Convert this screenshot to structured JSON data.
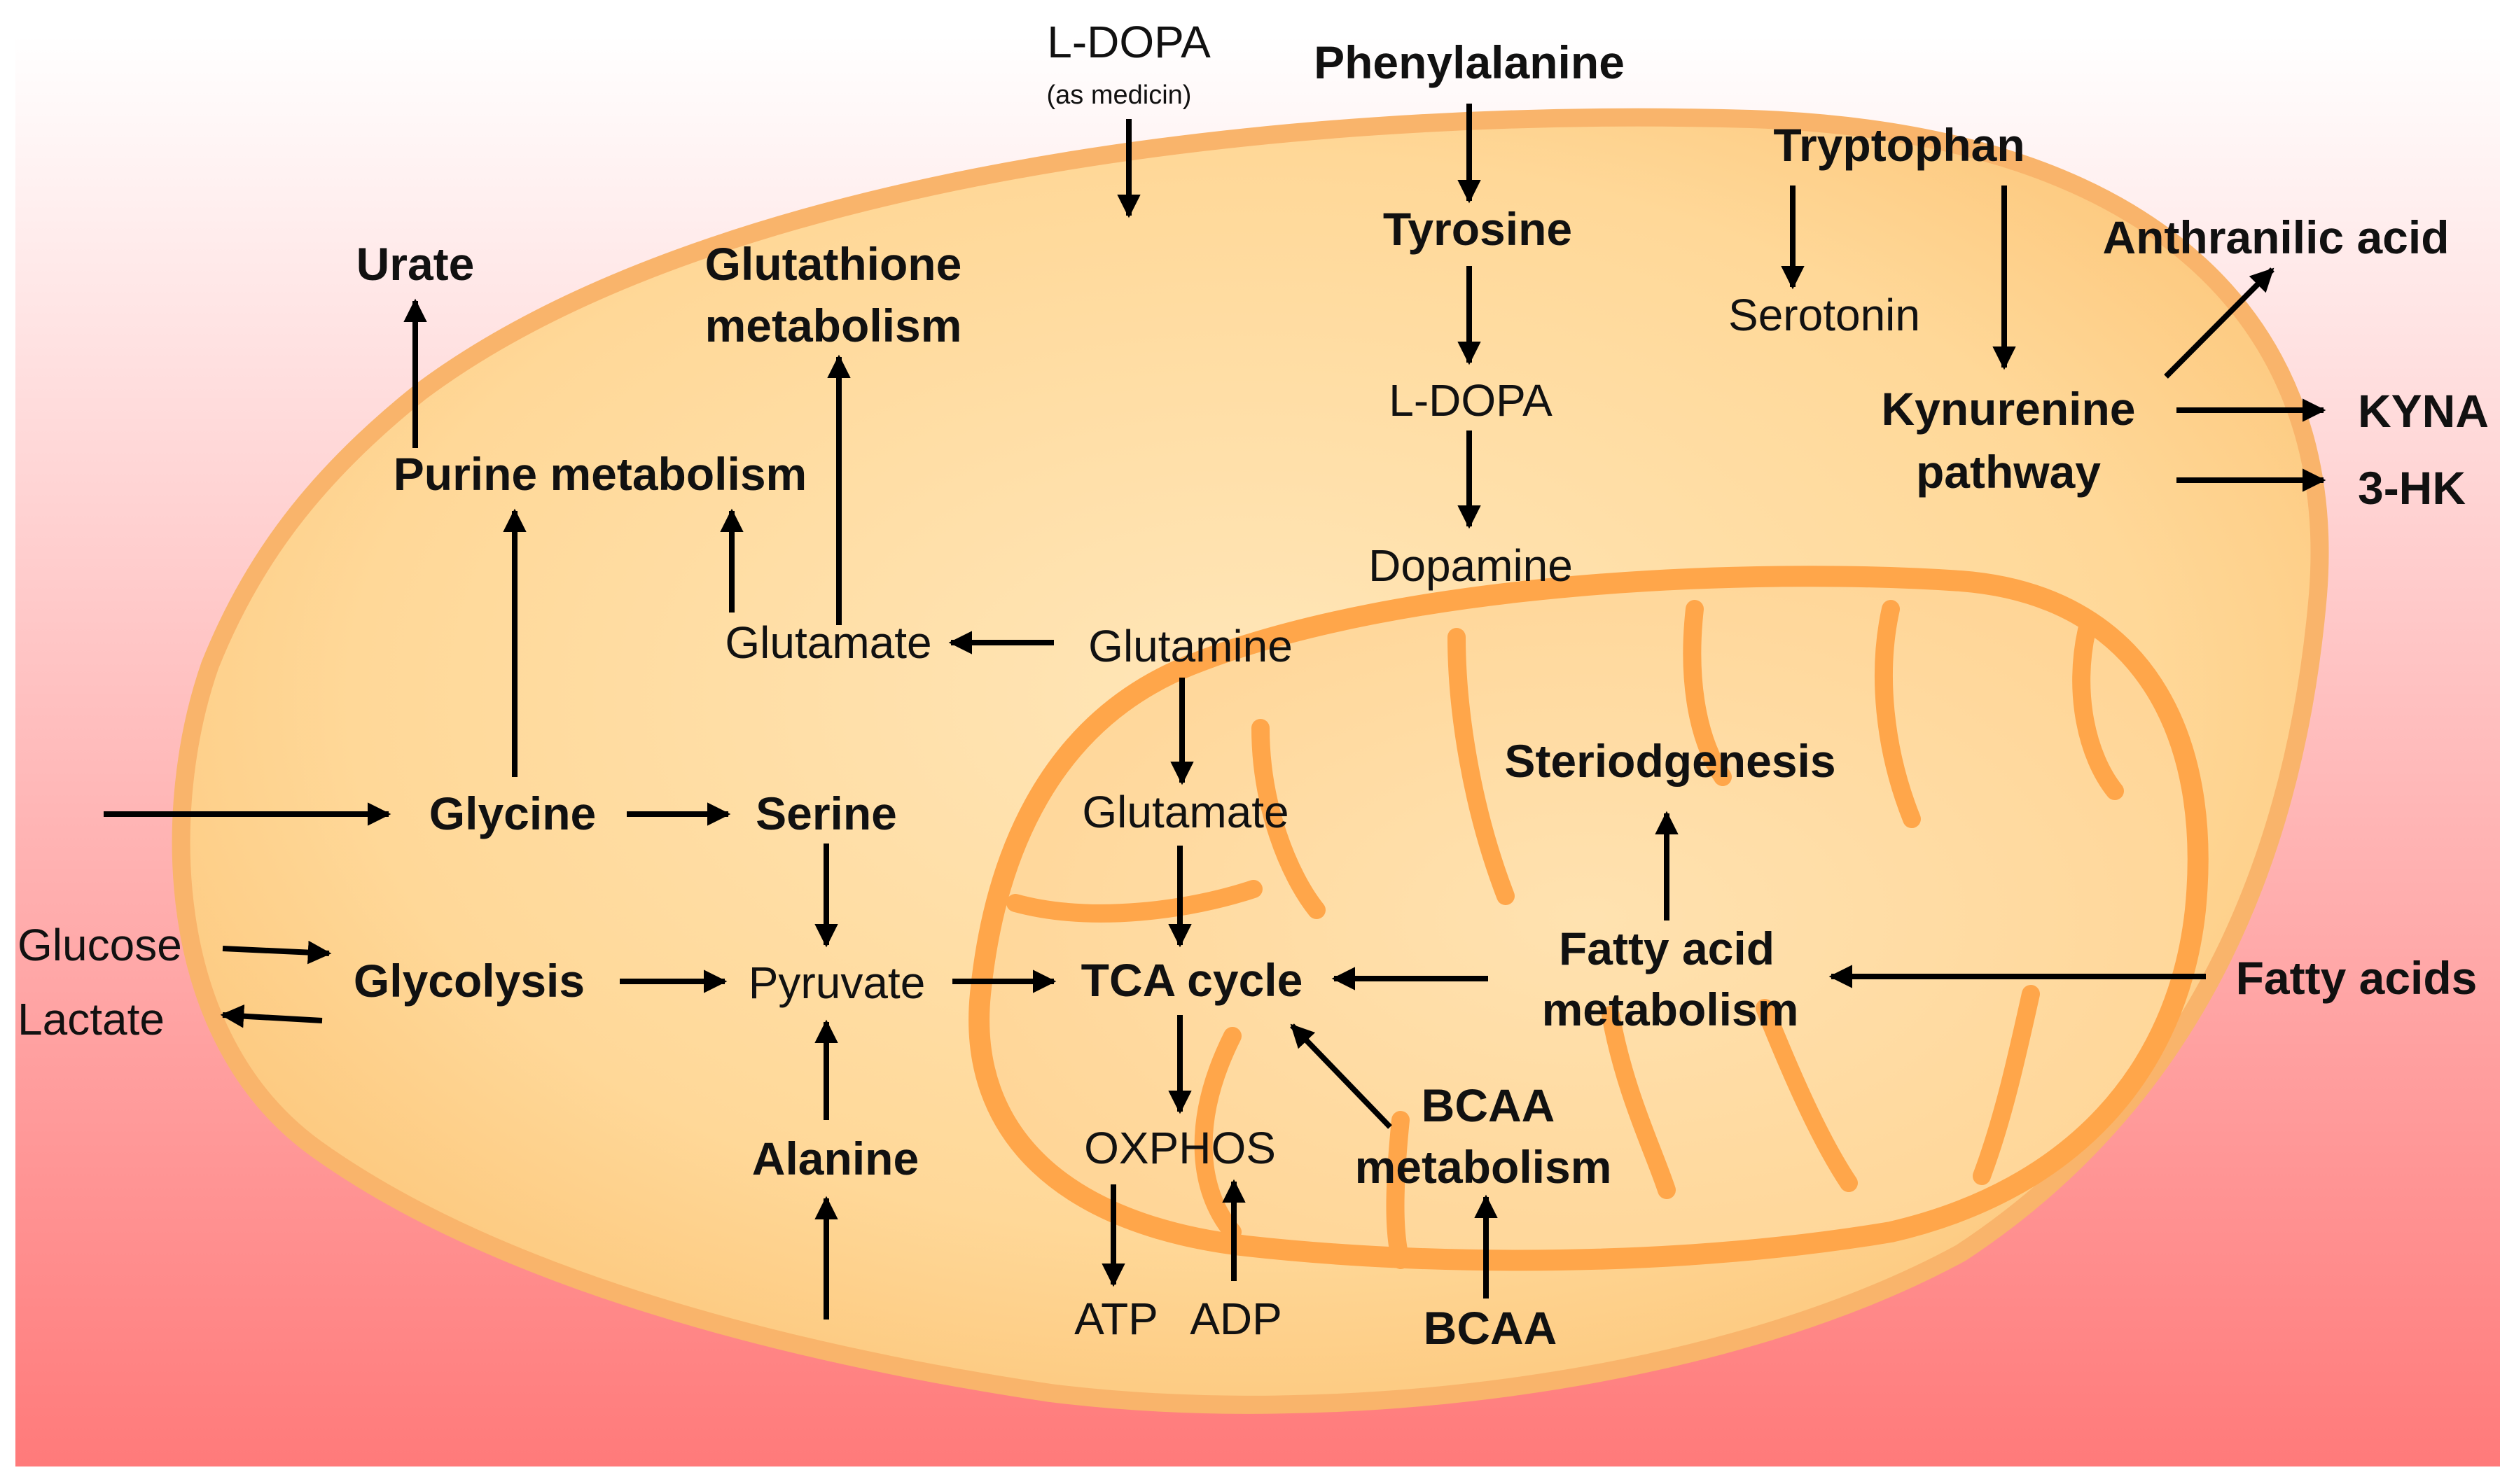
{
  "colors": {
    "background_top": "#ffffff",
    "background_bottom": "#ff7a7a",
    "cell_fill_center": "#ffe3b0",
    "cell_fill_edge": "#fcc67a",
    "cell_membrane": "#f9b46b",
    "mitochondrion": "#ffa64a",
    "arrow": "#000000",
    "text": "#111111"
  },
  "labels": {
    "ldopa_top": "L-DOPA",
    "as_medicin": "(as medicin)",
    "phenylalanine": "Phenylalanine",
    "tryptophan": "Tryptophan",
    "anthranilic_acid": "Anthranilic acid",
    "urate": "Urate",
    "glutathione_1": "Glutathione",
    "glutathione_2": "metabolism",
    "tyrosine": "Tyrosine",
    "serotonin": "Serotonin",
    "ldopa": "L-DOPA",
    "kynurenine_1": "Kynurenine",
    "kynurenine_2": "pathway",
    "kyna": "KYNA",
    "three_hk": "3-HK",
    "purine": "Purine metabolism",
    "dopamine": "Dopamine",
    "glutamate_cyto": "Glutamate",
    "glutamine": "Glutamine",
    "steroidogenesis": "Steriodgenesis",
    "glycine": "Glycine",
    "serine": "Serine",
    "glutamate_mito": "Glutamate",
    "glucose": "Glucose",
    "glycolysis": "Glycolysis",
    "pyruvate": "Pyruvate",
    "tca": "TCA cycle",
    "fatty_acid_1": "Fatty acid",
    "fatty_acid_2": "metabolism",
    "fatty_acids": "Fatty acids",
    "lactate": "Lactate",
    "bcaa_metab_1": "BCAA",
    "bcaa_metab_2": "metabolism",
    "alanine": "Alanine",
    "oxphos": "OXPHOS",
    "atp": "ATP",
    "adp": "ADP",
    "bcaa": "BCAA"
  }
}
